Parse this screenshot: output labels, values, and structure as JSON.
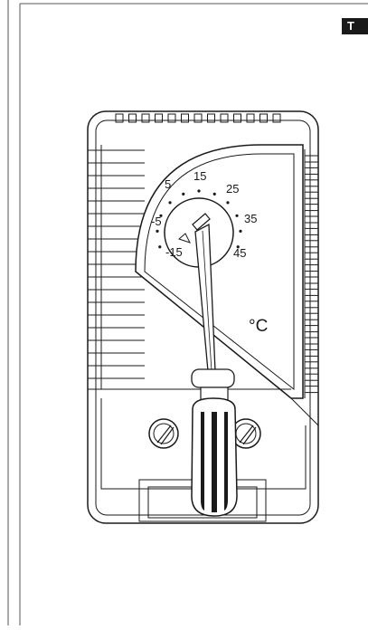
{
  "page": {
    "corner_tab_label": "T"
  },
  "dial": {
    "scale_labels": [
      "-15",
      "-5",
      "5",
      "15",
      "25",
      "35",
      "45"
    ]
  },
  "unit_label": "°C",
  "colors": {
    "line": "#1a1a1a",
    "background": "#ffffff",
    "tab": "#1a1a1a"
  }
}
